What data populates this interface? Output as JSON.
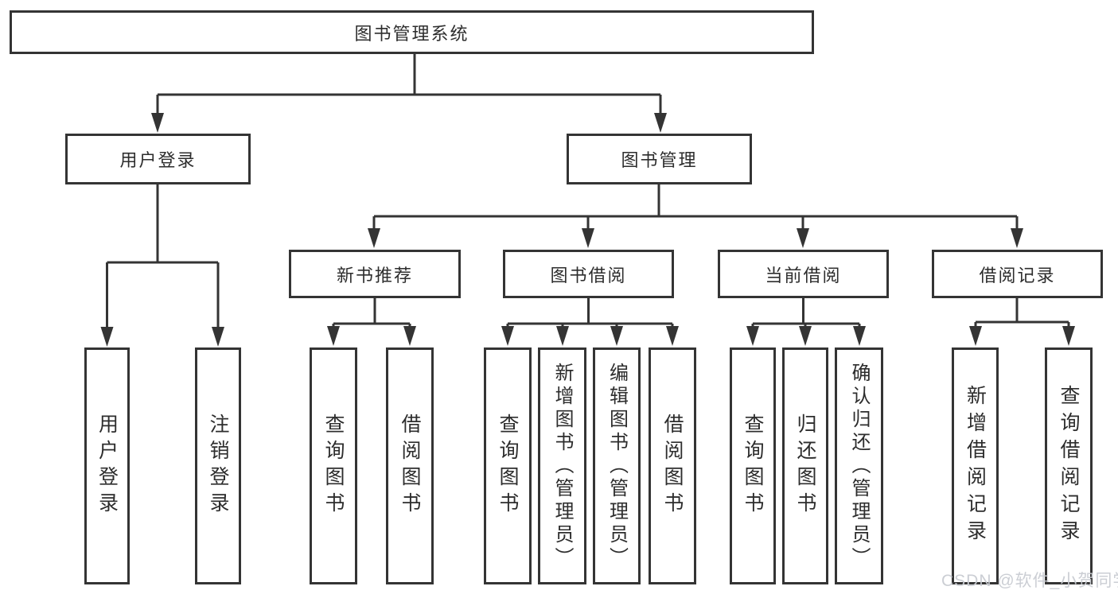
{
  "diagram_type": "hierarchy-tree",
  "tree": {
    "label": "图书管理系统",
    "children": [
      {
        "label": "用户登录",
        "children": [
          {
            "label": "用户登录"
          },
          {
            "label": "注销登录"
          }
        ]
      },
      {
        "label": "图书管理",
        "children": [
          {
            "label": "新书推荐",
            "children": [
              {
                "label": "查询图书"
              },
              {
                "label": "借阅图书"
              }
            ]
          },
          {
            "label": "图书借阅",
            "children": [
              {
                "label": "查询图书"
              },
              {
                "label": "新增图书（管理员）"
              },
              {
                "label": "编辑图书（管理员）"
              },
              {
                "label": "借阅图书"
              }
            ]
          },
          {
            "label": "当前借阅",
            "children": [
              {
                "label": "查询图书"
              },
              {
                "label": "归还图书"
              },
              {
                "label": "确认归还（管理员）"
              }
            ]
          },
          {
            "label": "借阅记录",
            "children": [
              {
                "label": "新增借阅记录"
              },
              {
                "label": "查询借阅记录"
              }
            ]
          }
        ]
      }
    ]
  },
  "watermark": {
    "text": "CSDN @软件_小贺同学"
  },
  "colors": {
    "line": "#343434",
    "box_border": "#343434",
    "text": "#2d2d2d",
    "background": "#ffffff",
    "watermark": "#c9ccd2"
  }
}
